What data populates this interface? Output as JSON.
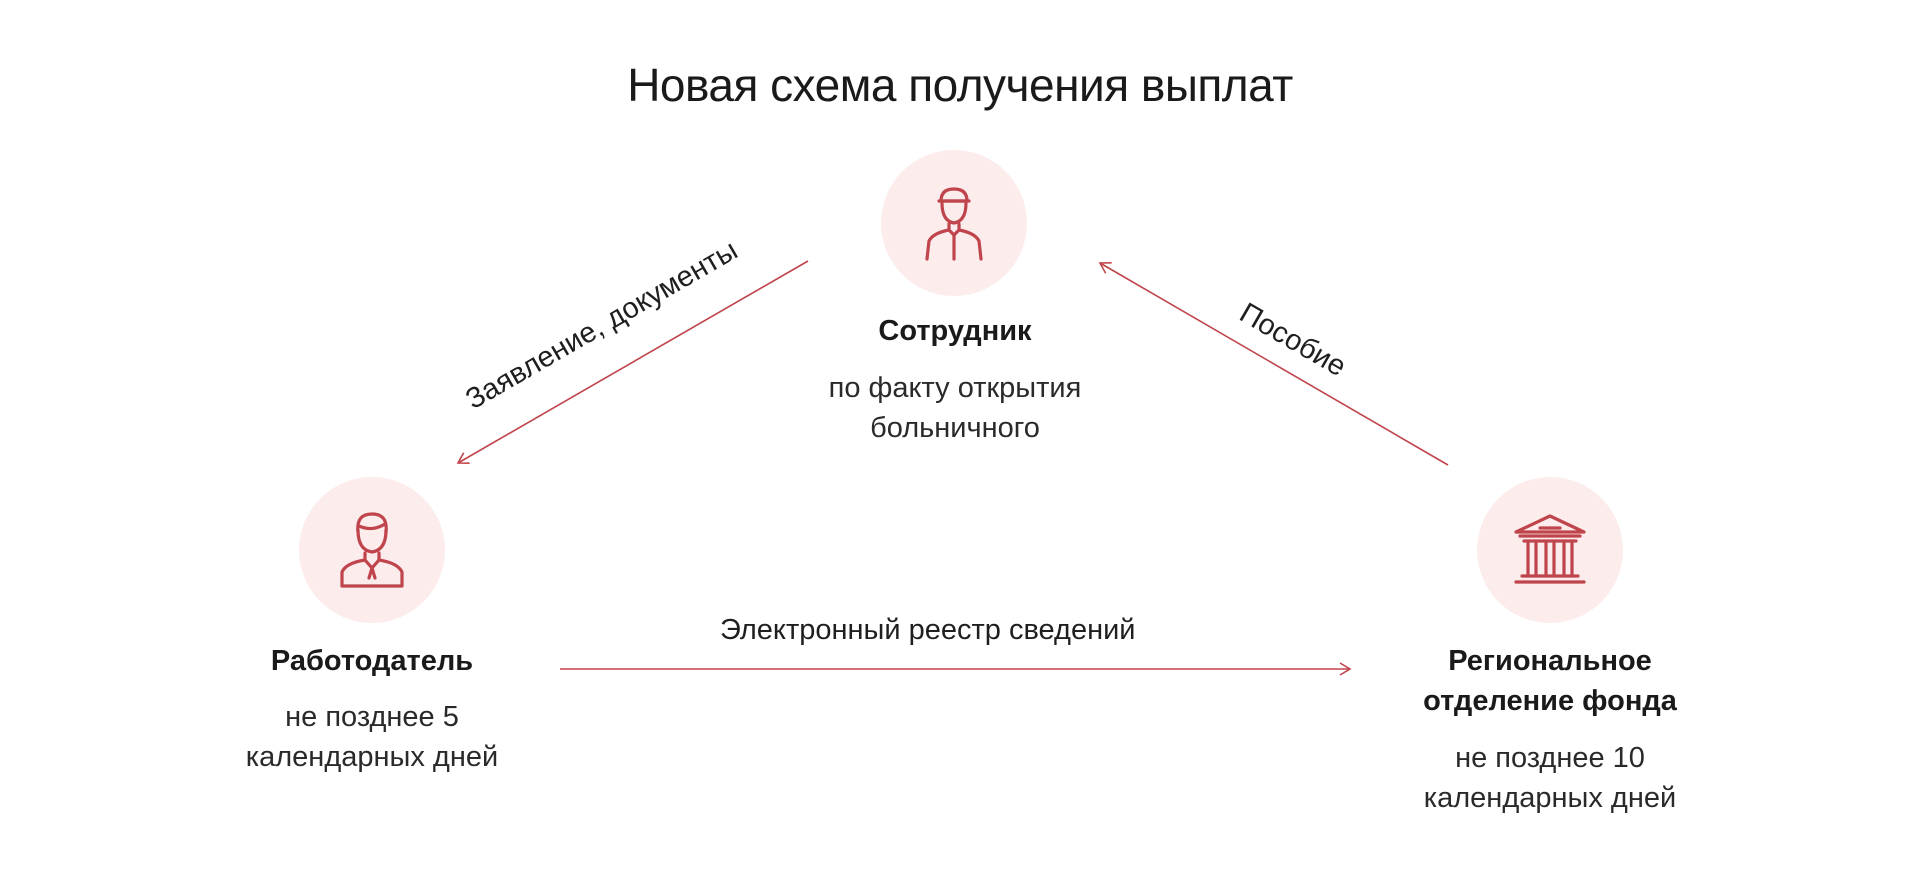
{
  "title": "Новая схема получения выплат",
  "colors": {
    "accent": "#c0444c",
    "circle_fill": "#fcecec",
    "text": "#1a1a1a"
  },
  "nodes": {
    "employee": {
      "icon": "employee-cap-icon",
      "name": "Сотрудник",
      "note_line1": "по факту открытия",
      "note_line2": "больничного"
    },
    "employer": {
      "icon": "employer-person-icon",
      "name": "Работодатель",
      "note_line1": "не позднее 5",
      "note_line2": "календарных дней"
    },
    "fund": {
      "icon": "bank-building-icon",
      "name_line1": "Региональное",
      "name_line2": "отделение фонда",
      "note_line1": "не позднее 10",
      "note_line2": "календарных дней"
    }
  },
  "edges": {
    "employee_to_employer": "Заявление, документы",
    "fund_to_employee": "Пособие",
    "employer_to_fund": "Электронный реестр сведений"
  }
}
